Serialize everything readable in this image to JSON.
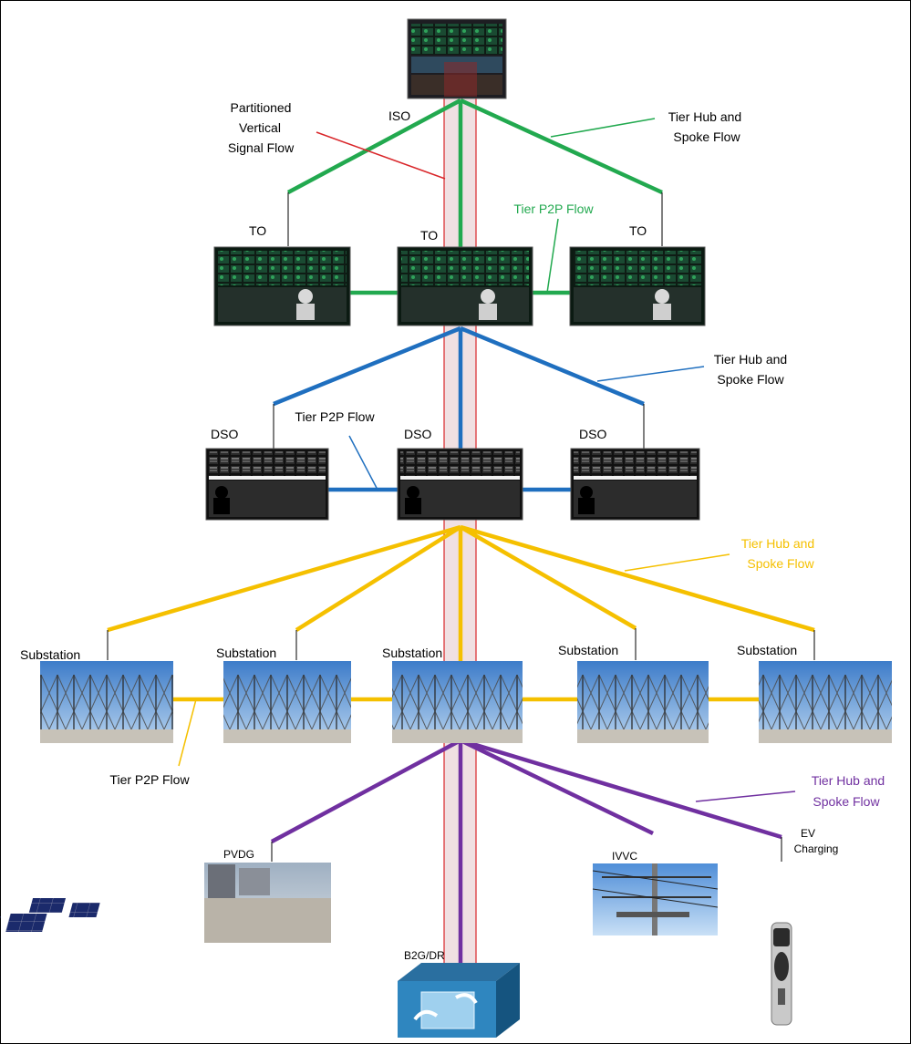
{
  "diagram": {
    "top_node": {
      "label": "ISO",
      "image_icon": "control-room-photo"
    },
    "annotations": {
      "partitioned_lines": [
        "Partitioned",
        "Vertical",
        "Signal Flow"
      ],
      "iso_hub_lines": [
        "Tier Hub and",
        "Spoke Flow"
      ],
      "to_p2p": "Tier P2P Flow",
      "dso_hub_lines": [
        "Tier Hub and",
        "Spoke Flow"
      ],
      "dso_p2p": "Tier P2P Flow",
      "sub_hub_lines": [
        "Tier Hub and",
        "Spoke Flow"
      ],
      "sub_p2p": "Tier P2P Flow",
      "edge_hub_lines": [
        "Tier Hub and",
        "Spoke Flow"
      ]
    },
    "to_nodes": [
      "TO",
      "TO",
      "TO"
    ],
    "dso_nodes": [
      "DSO",
      "DSO",
      "DSO"
    ],
    "substation_nodes": [
      "Substation",
      "Substation",
      "Substation",
      "Substation",
      "Substation"
    ],
    "edge_nodes": {
      "pvdg": "PVDG",
      "b2g": "B2G/DR",
      "ivvc": "IVVC",
      "ev_lines": [
        "EV",
        "Charging"
      ]
    },
    "colors": {
      "iso_tier": "#22a94f",
      "dso_tier": "#1f6fbf",
      "substation_tier": "#f5c000",
      "edge_tier": "#7030a0",
      "partition_line": "#d9262a",
      "partition_fill": "#e8c8cc",
      "annotation_red": "#d9262a",
      "annotation_green": "#22a94f",
      "annotation_yellow": "#f5c000",
      "annotation_purple": "#7030a0"
    }
  }
}
